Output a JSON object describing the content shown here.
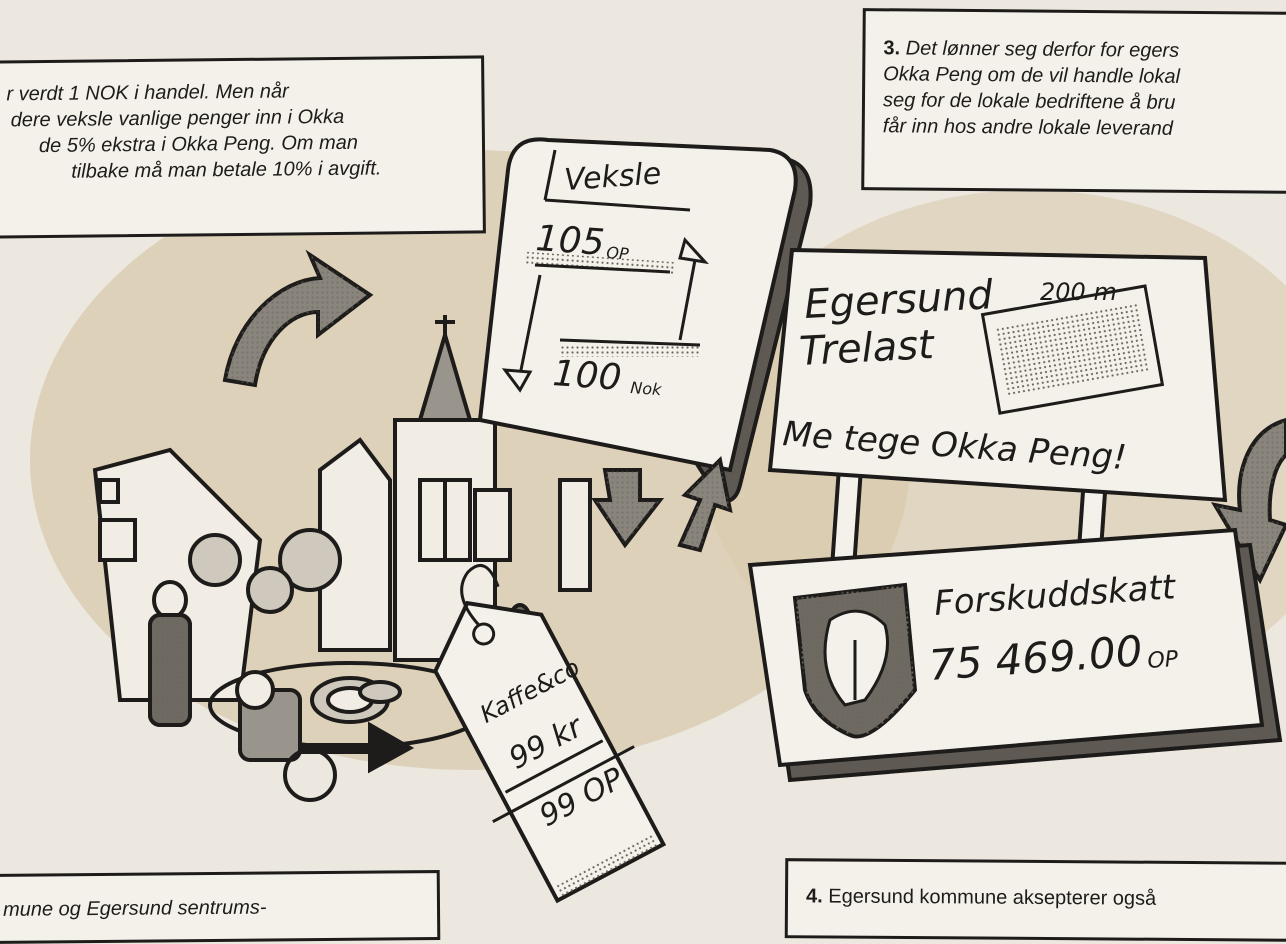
{
  "panel_top_left": {
    "lines": [
      "r verdt 1 NOK i handel. Men når",
      "dere veksle vanlige penger inn i Okka",
      "de 5% ekstra i Okka Peng. Om man",
      "tilbake må man betale 10% i avgift."
    ]
  },
  "panel_top_right": {
    "number": "3.",
    "lines": [
      "Det lønner seg derfor for egers",
      "Okka Peng om de vil handle lokal",
      "seg for de lokale bedriftene å bru",
      "får inn hos andre lokale leverand"
    ]
  },
  "panel_bottom_left": {
    "lines": [
      "mune og Egersund sentrums-"
    ]
  },
  "panel_bottom_right": {
    "number": "4.",
    "text": "Egersund kommune aksepterer også"
  },
  "phone": {
    "title": "Veksle",
    "amount_op": "105",
    "unit_op": "OP",
    "amount_nok": "100",
    "unit_nok": "Nok"
  },
  "sign": {
    "line1": "Egersund",
    "line2": "Trelast",
    "distance": "200 m",
    "slogan": "Me tege Okka Peng!"
  },
  "tax_card": {
    "label": "Forskuddskatt",
    "amount": "75 469.00",
    "unit": "OP"
  },
  "price_tag": {
    "shop": "Kaffe&co",
    "price_kr": "99 kr",
    "price_op": "99 OP"
  },
  "colors": {
    "paper": "#ece8df",
    "blob": "#d9c9ae",
    "ink": "#1d1c1a"
  }
}
